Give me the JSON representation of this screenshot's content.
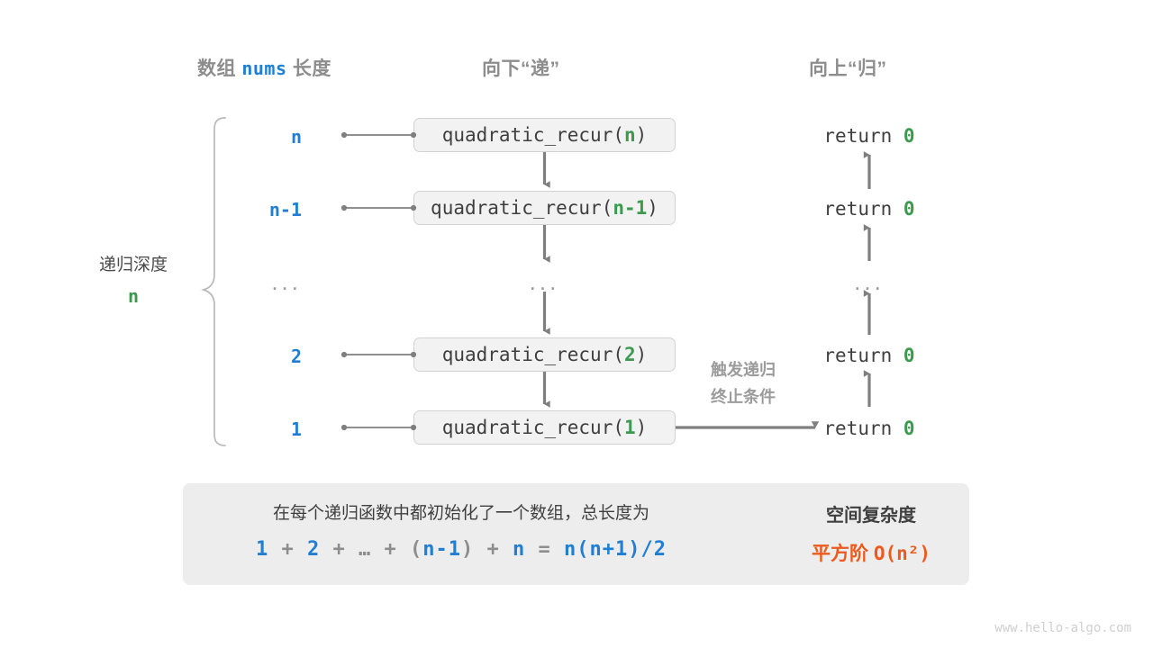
{
  "headers": {
    "left_prefix": "数组 ",
    "left_mono": "nums",
    "left_suffix": " 长度",
    "middle": "向下“递”",
    "right": "向上“归”"
  },
  "depth": {
    "label": "递归深度",
    "value": "n"
  },
  "rows": [
    {
      "length": "n",
      "call_name": "quadratic_recur",
      "call_arg": "n",
      "return_text": "return ",
      "return_value": "0"
    },
    {
      "length": "n-1",
      "call_name": "quadratic_recur",
      "call_arg": "n-1",
      "return_text": "return ",
      "return_value": "0"
    },
    {
      "length": "...",
      "call_name": "...",
      "call_arg": "",
      "return_text": "...",
      "return_value": ""
    },
    {
      "length": "2",
      "call_name": "quadratic_recur",
      "call_arg": "2",
      "return_text": "return ",
      "return_value": "0"
    },
    {
      "length": "1",
      "call_name": "quadratic_recur",
      "call_arg": "1",
      "return_text": "return ",
      "return_value": "0"
    }
  ],
  "trigger_note": {
    "line1": "触发递归",
    "line2": "终止条件"
  },
  "summary": {
    "description": "在每个递归函数中都初始化了一个数组，总长度为",
    "formula": {
      "t1": "1",
      "op1": " + ",
      "t2": "2",
      "op2": " + ",
      "ell": "…",
      "op3": " + ",
      "paren_open": "(",
      "t3": "n-1",
      "paren_close": ")",
      "op4": " + ",
      "t4": "n",
      "eq": " = ",
      "result": "n(n+1)/2"
    },
    "complexity_title": "空间复杂度",
    "complexity_cn": "平方阶 ",
    "complexity_big_o": "O(n²)"
  },
  "watermark": "www.hello-algo.com",
  "colors": {
    "blue": "#1f7fd4",
    "green": "#3c9a4e",
    "orange": "#ec5b1c",
    "gray_text": "#3f3f3f",
    "gray_muted": "#8d8d8d",
    "panel_bg": "#ededed",
    "box_bg": "#f2f2f2",
    "box_border": "#d2d2d2",
    "connector": "#7f7f7f"
  }
}
